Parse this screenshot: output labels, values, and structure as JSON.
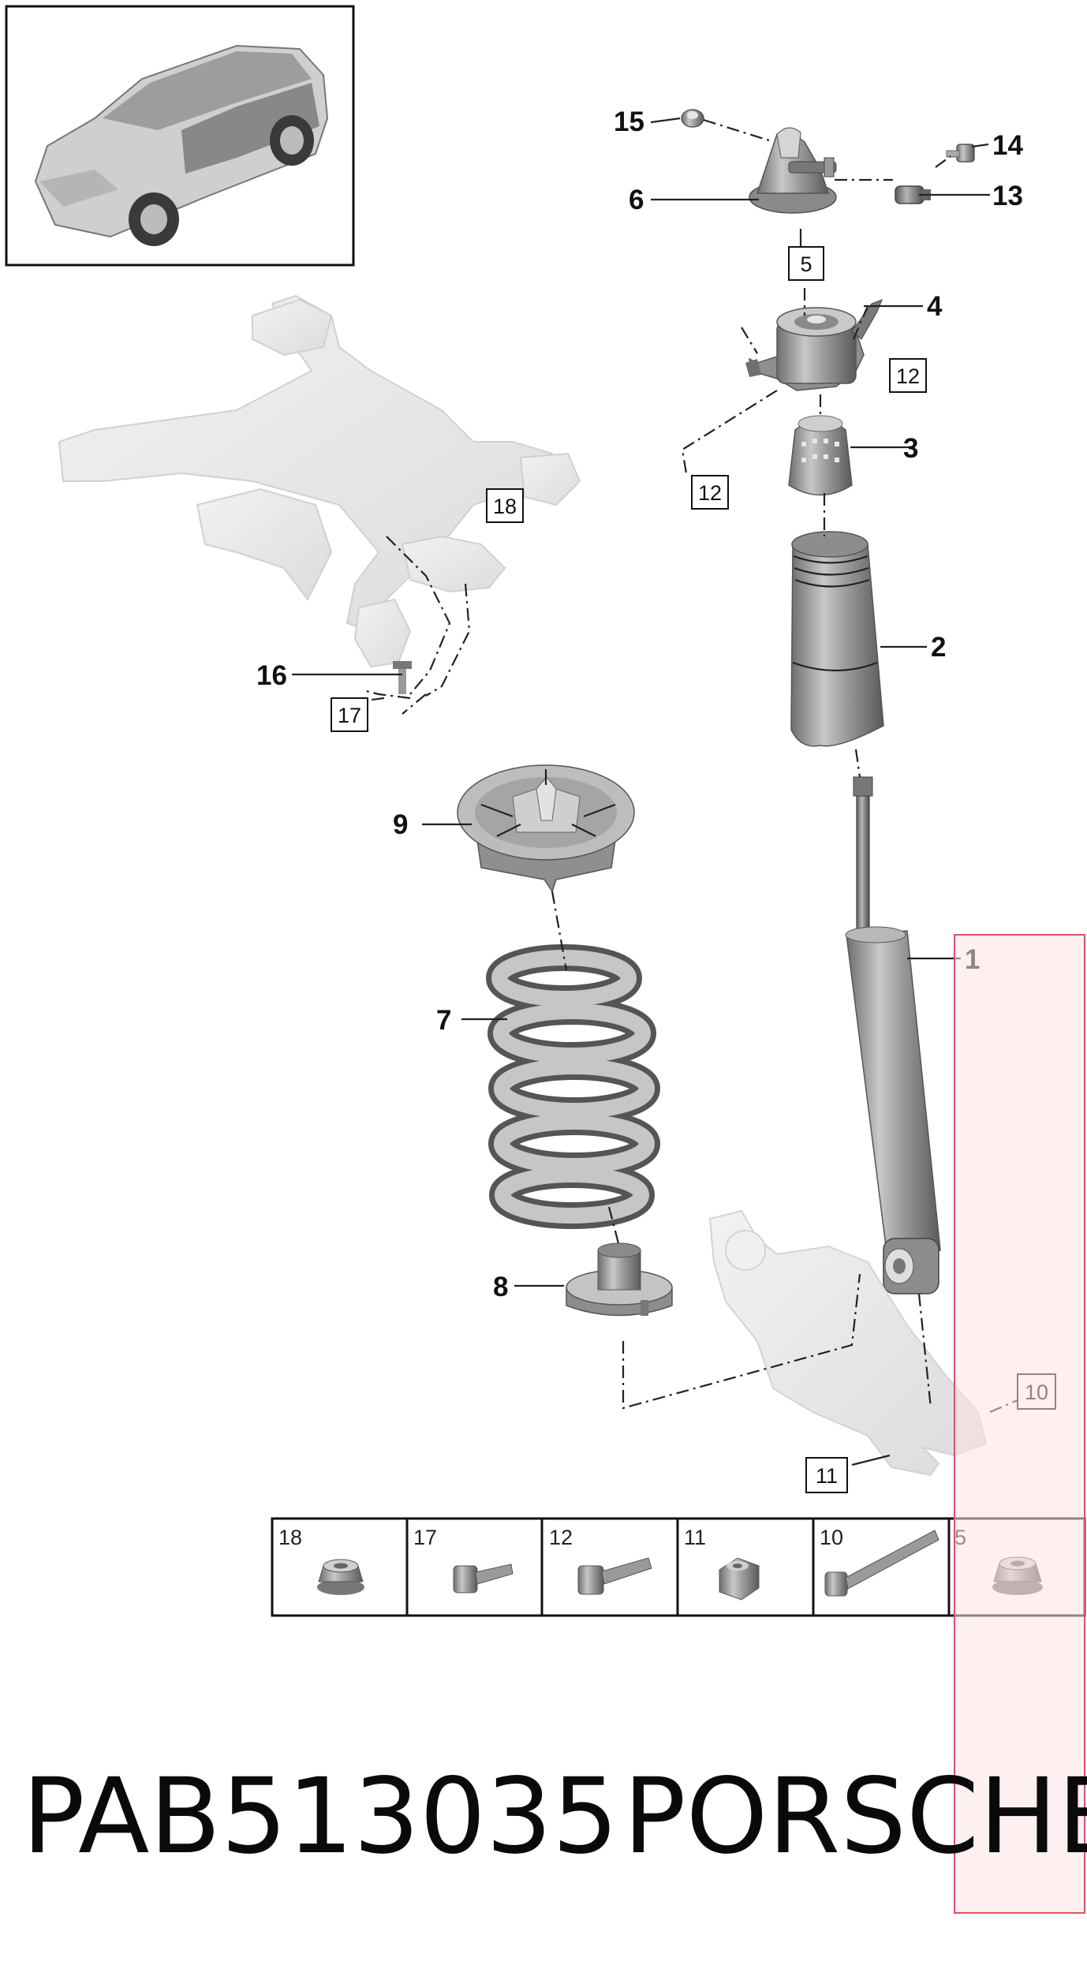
{
  "callouts": {
    "c1": "1",
    "c2": "2",
    "c3": "3",
    "c4": "4",
    "c6": "6",
    "c7": "7",
    "c8": "8",
    "c9": "9",
    "c13": "13",
    "c14": "14",
    "c15": "15",
    "c16": "16"
  },
  "boxed_refs": {
    "b5": "5",
    "b10": "10",
    "b11": "11",
    "b12a": "12",
    "b12b": "12",
    "b17": "17",
    "b18": "18"
  },
  "fastener_table": [
    {
      "number": "18",
      "icon": "flange-nut-icon"
    },
    {
      "number": "17",
      "icon": "short-bolt-icon"
    },
    {
      "number": "12",
      "icon": "flange-bolt-icon"
    },
    {
      "number": "11",
      "icon": "hex-nut-icon"
    },
    {
      "number": "10",
      "icon": "long-bolt-icon"
    },
    {
      "number": "5",
      "icon": "collar-nut-icon"
    }
  ],
  "footer": {
    "part_number": "PAB513035",
    "brand": "PORSCHE"
  },
  "colors": {
    "highlight_fill": "#fde1e6",
    "highlight_stroke": "#e0506a",
    "part_gray": "#9a9a9a",
    "ghost_gray": "#e6e6e6"
  }
}
